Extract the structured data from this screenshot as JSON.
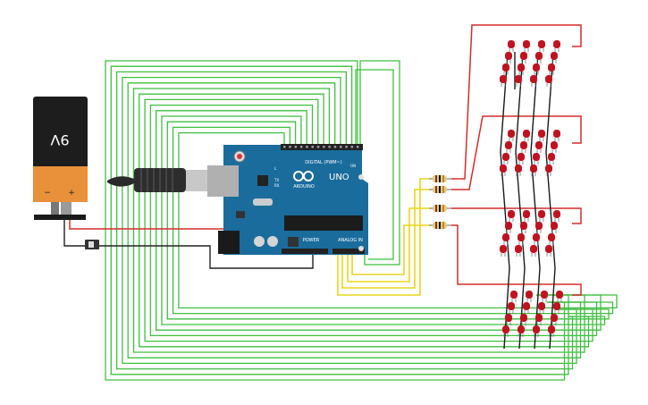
{
  "battery": {
    "voltage_label": "9V",
    "minus": "−",
    "plus": "+"
  },
  "arduino": {
    "logo": "ARDUINO",
    "model": "UNO",
    "digital_header": "DIGITAL (PWM~)",
    "analog_header": "ANALOG IN",
    "power_header": "POWER",
    "tx": "TX",
    "rx": "RX",
    "led_l": "L",
    "on": "ON"
  },
  "colors": {
    "wire_green": "#3fbf3f",
    "wire_yellow": "#e9d619",
    "wire_red": "#d62b2b",
    "wire_black": "#222222",
    "board_blue": "#1a6c9c",
    "led_red": "#c1121f",
    "battery_top": "#1d1d1d",
    "battery_bottom": "#e8903a"
  },
  "led_cube": {
    "layers": 4,
    "rows": 4,
    "cols": 4
  }
}
